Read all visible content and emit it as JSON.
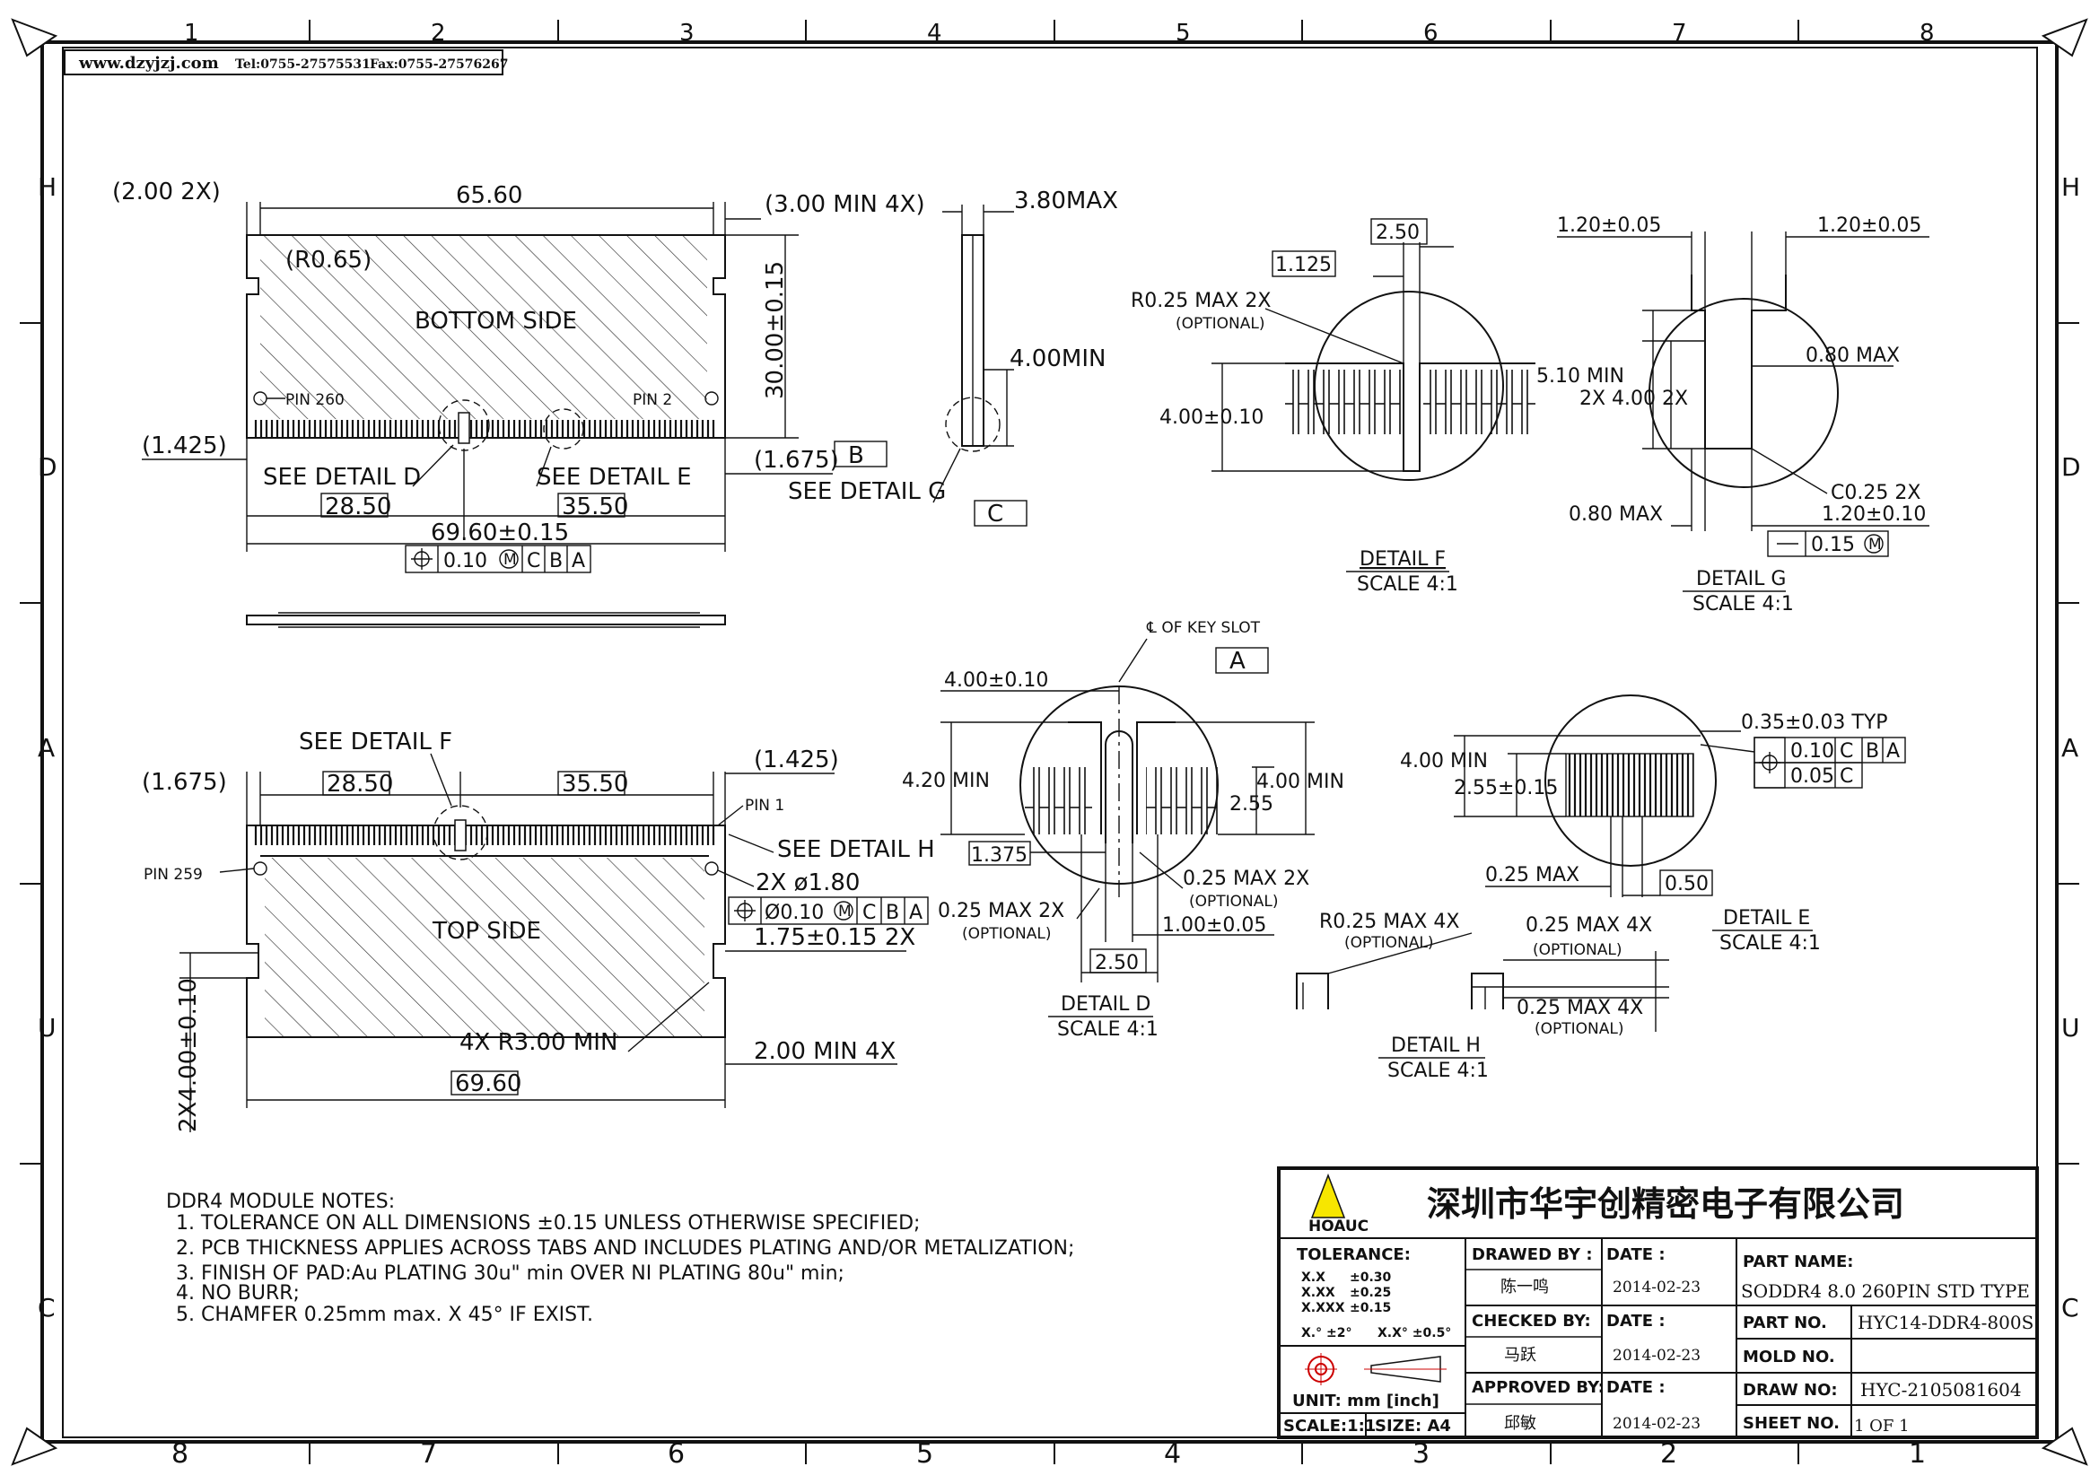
{
  "header_strip": {
    "website": "www.dzyjzj.com",
    "tel": "Tel:0755-27575531",
    "fax": "Fax:0755-27576267"
  },
  "frame": {
    "columns_top": [
      "1",
      "2",
      "3",
      "4",
      "5",
      "6",
      "7",
      "8"
    ],
    "columns_bottom": [
      "8",
      "7",
      "6",
      "5",
      "4",
      "3",
      "2",
      "1"
    ],
    "rows_left": [
      "H",
      "D",
      "A",
      "U",
      "C"
    ],
    "rows_right": [
      "H",
      "D",
      "A",
      "U",
      "C"
    ]
  },
  "bottom_view": {
    "dim_2_00_2x": "(2.00  2X)",
    "dim_65_60": "65.60",
    "dim_3_00_min_4x": "(3.00  MIN  4X)",
    "r0_65": "(R0.65)",
    "label": "BOTTOM  SIDE",
    "dim_30_00": "30.00±0.15",
    "pin_260": "PIN  260",
    "pin_2": "PIN  2",
    "dim_1_425": "(1.425)",
    "dim_1_675": "(1.675)",
    "datum_b": "B",
    "see_detail_d": "SEE  DETAIL  D",
    "see_detail_e": "SEE  DETAIL  E",
    "dim_28_50": "28.50",
    "dim_35_50": "35.50",
    "dim_69_60": "69.60±0.15",
    "fcf_tol": "0.10",
    "fcf_m": "M",
    "fcf_c": "C",
    "fcf_b": "B",
    "fcf_a": "A"
  },
  "side_view": {
    "dim_3_80": "3.80MAX",
    "dim_4_00min": "4.00MIN",
    "see_detail_g": "SEE  DETAIL  G",
    "datum_c": "C"
  },
  "top_view": {
    "see_detail_f": "SEE  DETAIL  F",
    "dim_1_675": "(1.675)",
    "dim_28_50": "28.50",
    "dim_35_50": "35.50",
    "dim_1_425": "(1.425)",
    "pin_1": "PIN  1",
    "pin_259": "PIN  259",
    "see_detail_h": "SEE  DETAIL  H",
    "hole": "2X  ø1.80",
    "fcf_tol": "Ø0.10",
    "fcf_m": "M",
    "fcf_c": "C",
    "fcf_b": "B",
    "fcf_a": "A",
    "label": "TOP  SIDE",
    "dim_1_75": "1.75±0.15  2X",
    "dim_2x4_00": "2X4.00±0.10",
    "dim_r3": "4X  R3.00  MIN",
    "dim_2_00": "2.00  MIN  4X",
    "dim_69_60": "69.60"
  },
  "detail_f": {
    "d_2_50": "2.50",
    "d_1_125": "1.125",
    "r025": "R0.25  MAX  2X",
    "optional": "(OPTIONAL)",
    "d_4_00": "4.00±0.10",
    "title": "DETAIL  F",
    "scale": "SCALE  4:1"
  },
  "detail_g": {
    "d_1_20_l": "1.20±0.05",
    "d_1_20_r": "1.20±0.05",
    "d_5_10": "5.10  MIN",
    "d_2x4": "2X  4.00  2X",
    "d_0_80max_r": "0.80  MAX",
    "c025": "C0.25  2X",
    "d_0_80max": "0.80  MAX",
    "d_1_20_b": "1.20±0.10",
    "flat_tol": "0.15",
    "flat_m": "M",
    "title": "DETAIL  G",
    "scale": "SCALE  4:1"
  },
  "detail_d": {
    "key_slot": "℄  OF  KEY  SLOT",
    "datum_a": "A",
    "d_4_00": "4.00±0.10",
    "d_4_20": "4.20  MIN",
    "d_4_00min": "4.00  MIN",
    "d_2_55": "2.55",
    "d_1_375": "1.375",
    "d_025_2x_r": "0.25  MAX  2X",
    "optional_r": "(OPTIONAL)",
    "d_025_2x_l": "0.25  MAX  2X",
    "optional_l": "(OPTIONAL)",
    "d_1_00": "1.00±0.05",
    "d_2_50": "2.50",
    "title": "DETAIL  D",
    "scale": "SCALE  4:1"
  },
  "detail_e": {
    "d_0_35": "0.35±0.03  TYP",
    "fcf1_tol": "0.10",
    "fcf1_c": "C",
    "fcf1_b": "B",
    "fcf1_a": "A",
    "fcf2_tol": "0.05",
    "fcf2_c": "C",
    "d_4_00min": "4.00  MIN",
    "d_2_55": "2.55±0.15",
    "d_025max": "0.25  MAX",
    "d_0_50": "0.50",
    "title": "DETAIL  E",
    "scale": "SCALE  4:1"
  },
  "detail_h": {
    "r025": "R0.25  MAX  4X",
    "optional1": "(OPTIONAL)",
    "d_025_a": "0.25  MAX  4X",
    "optional2": "(OPTIONAL)",
    "d_025_b": "0.25  MAX  4X",
    "optional3": "(OPTIONAL)",
    "title": "DETAIL  H",
    "scale": "SCALE  4:1"
  },
  "notes": {
    "title": "DDR4  MODULE  NOTES:",
    "items": [
      "1.  TOLERANCE  ON  ALL  DIMENSIONS  ±0.15  UNLESS  OTHERWISE  SPECIFIED;",
      "2.  PCB  THICKNESS  APPLIES  ACROSS  TABS  AND  INCLUDES  PLATING  AND/OR  METALIZATION;",
      "3.  FINISH  OF  PAD:Au  PLATING  30u\"  min  OVER  NI  PLATING  80u\"  min;",
      "4.  NO  BURR;",
      "5.  CHAMFER  0.25mm  max.  X  45°  IF  EXIST."
    ]
  },
  "title_block": {
    "company": "深圳市华宇创精密电子有限公司",
    "logo_text": "HOAUC",
    "tolerance_label": "TOLERANCE:",
    "tol_x": "X.X",
    "tol_x_val": "±0.30",
    "tol_xx": "X.XX",
    "tol_xx_val": "±0.25",
    "tol_xxx": "X.XXX",
    "tol_xxx_val": "±0.15",
    "tol_ang1": "X.°  ±2°",
    "tol_ang2": "X.X°  ±0.5°",
    "unit": "UNIT:  mm  [inch]",
    "scale": "SCALE:1:1",
    "size": "SIZE:  A4",
    "drawn_by_label": "DRAWED  BY  :",
    "drawn_by": "陈一鸣",
    "checked_by_label": "CHECKED  BY:",
    "checked_by": "马跃",
    "approved_by_label": "APPROVED  BY:",
    "approved_by": "邱敏",
    "date_label": "DATE  :",
    "date1": "2014-02-23",
    "date2": "2014-02-23",
    "date3": "2014-02-23",
    "part_name_label": "PART  NAME:",
    "part_name": "SODDR4  8.0  260PIN  STD  TYPE",
    "part_no_label": "PART  NO.",
    "part_no": "HYC14-DDR4-800S",
    "mold_no_label": "MOLD  NO.",
    "mold_no": "",
    "draw_no_label": "DRAW  NO:",
    "draw_no": "HYC-2105081604",
    "sheet_no_label": "SHEET  NO.",
    "sheet_no": "1  OF  1"
  }
}
